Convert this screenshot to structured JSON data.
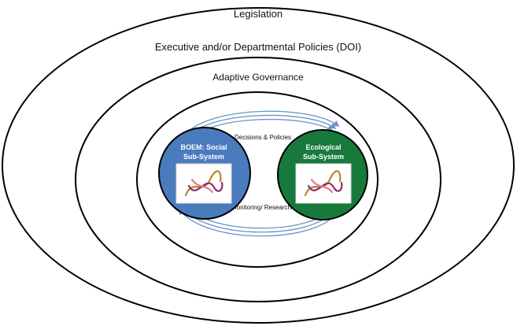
{
  "rings": [
    {
      "label": "Legislation"
    },
    {
      "label": "Executive and/or Departmental Policies (DOI)"
    },
    {
      "label": "Adaptive Governance"
    }
  ],
  "subsystems": [
    {
      "line1": "BOEM: Social",
      "line2": "Sub-System",
      "color": "#4a7bbd",
      "image_icon": "dna-ribbon-icon"
    },
    {
      "line1": "Ecological",
      "line2": "Sub-System",
      "color": "#177a3c",
      "image_icon": "dna-ribbon-icon"
    }
  ],
  "flows": {
    "top": "Decisions & Policies",
    "bottom": "Monitoring/ Research/ IK",
    "arrow_color": "#6a92c6"
  }
}
